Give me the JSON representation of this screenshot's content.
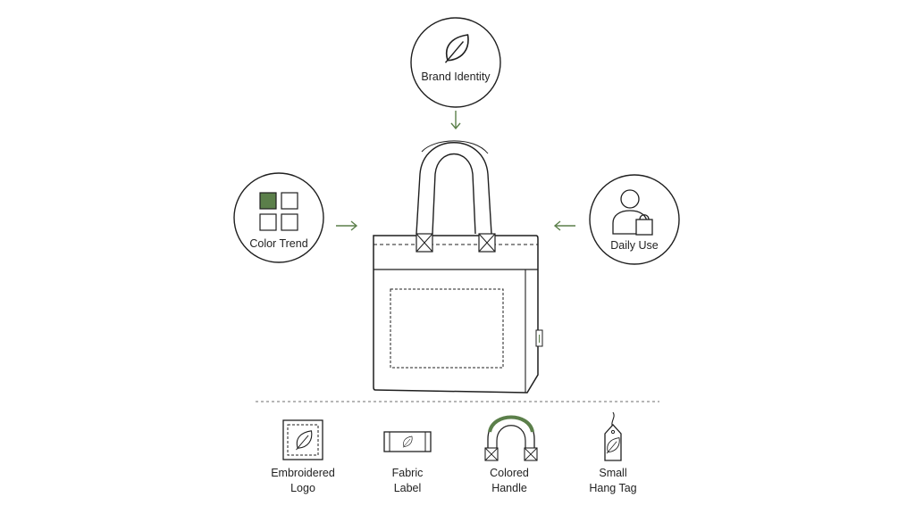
{
  "colors": {
    "line": "#1f1f1f",
    "accent": "#5b7f4a",
    "dashed_divider": "#8a8a8a",
    "background": "#ffffff"
  },
  "nodes": [
    {
      "id": "brand",
      "label": "Brand Identity",
      "icon": "leaf-icon"
    },
    {
      "id": "color",
      "label": "Color Trend",
      "icon": "color-grid-icon"
    },
    {
      "id": "daily",
      "label": "Daily Use",
      "icon": "person-with-bag-icon"
    }
  ],
  "details": [
    {
      "id": "logo",
      "label_lines": [
        "Embroidered",
        "Logo"
      ],
      "icon": "embroidered-logo-icon"
    },
    {
      "id": "label",
      "label_lines": [
        "Fabric",
        "Label"
      ],
      "icon": "fabric-label-icon"
    },
    {
      "id": "handle",
      "label_lines": [
        "Colored",
        "Handle"
      ],
      "icon": "colored-handle-icon"
    },
    {
      "id": "tag",
      "label_lines": [
        "Small",
        "Hang Tag"
      ],
      "icon": "hang-tag-icon"
    }
  ]
}
